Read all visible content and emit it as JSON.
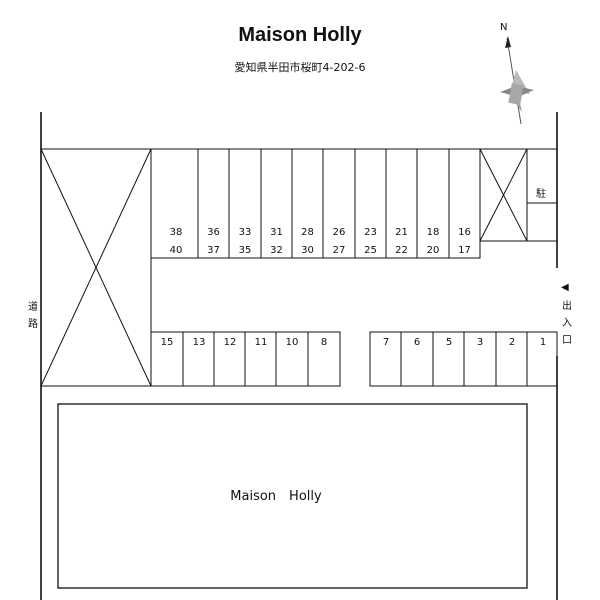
{
  "header": {
    "title": "Maison Holly",
    "address": "愛知県半田市桜町4-202-6"
  },
  "compass": {
    "label": "N"
  },
  "labels": {
    "road": [
      "道",
      "路"
    ],
    "entrance_arrow": "◀",
    "entrance": [
      "出",
      "入",
      "口"
    ],
    "bike_parking": "駐"
  },
  "building": {
    "name": "Maison　Holly"
  },
  "parking": {
    "top_row": [
      {
        "top": "38",
        "bottom": "40"
      },
      {
        "top": "36",
        "bottom": "37"
      },
      {
        "top": "33",
        "bottom": "35"
      },
      {
        "top": "31",
        "bottom": "32"
      },
      {
        "top": "28",
        "bottom": "30"
      },
      {
        "top": "26",
        "bottom": "27"
      },
      {
        "top": "23",
        "bottom": "25"
      },
      {
        "top": "21",
        "bottom": "22"
      },
      {
        "top": "18",
        "bottom": "20"
      },
      {
        "top": "16",
        "bottom": "17"
      }
    ],
    "bottom_left": [
      "15",
      "13",
      "12",
      "11",
      "10",
      "8"
    ],
    "bottom_right": [
      "7",
      "6",
      "5",
      "3",
      "2",
      "1"
    ]
  }
}
